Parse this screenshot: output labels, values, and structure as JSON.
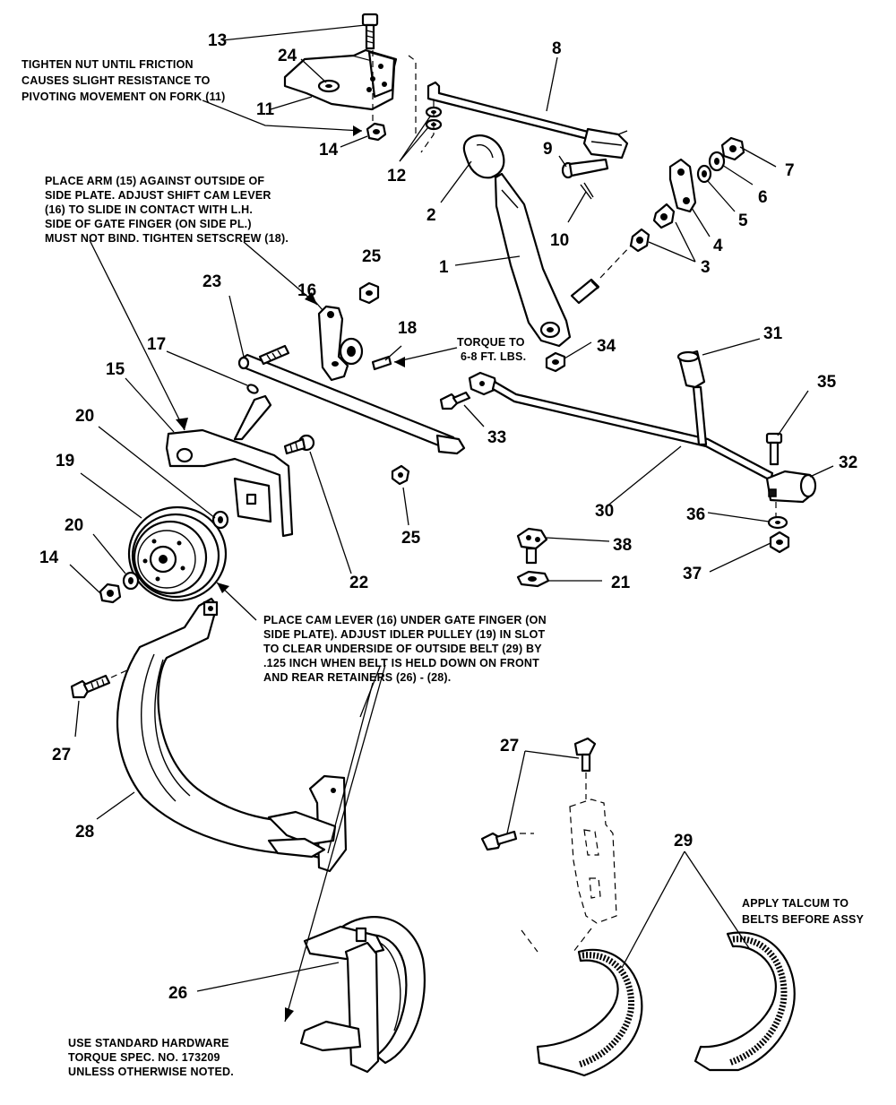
{
  "callouts": [
    {
      "id": "c13",
      "text": "13"
    },
    {
      "id": "c24",
      "text": "24"
    },
    {
      "id": "c11",
      "text": "11"
    },
    {
      "id": "c14a",
      "text": "14"
    },
    {
      "id": "c8",
      "text": "8"
    },
    {
      "id": "c12",
      "text": "12"
    },
    {
      "id": "c9",
      "text": "9"
    },
    {
      "id": "c2",
      "text": "2"
    },
    {
      "id": "c10",
      "text": "10"
    },
    {
      "id": "c7",
      "text": "7"
    },
    {
      "id": "c6",
      "text": "6"
    },
    {
      "id": "c5",
      "text": "5"
    },
    {
      "id": "c4",
      "text": "4"
    },
    {
      "id": "c3",
      "text": "3"
    },
    {
      "id": "c1",
      "text": "1"
    },
    {
      "id": "c25a",
      "text": "25"
    },
    {
      "id": "c23",
      "text": "23"
    },
    {
      "id": "c16",
      "text": "16"
    },
    {
      "id": "c18",
      "text": "18"
    },
    {
      "id": "c34",
      "text": "34"
    },
    {
      "id": "c31",
      "text": "31"
    },
    {
      "id": "c17",
      "text": "17"
    },
    {
      "id": "c15",
      "text": "15"
    },
    {
      "id": "c35",
      "text": "35"
    },
    {
      "id": "c20a",
      "text": "20"
    },
    {
      "id": "c33",
      "text": "33"
    },
    {
      "id": "c32",
      "text": "32"
    },
    {
      "id": "c19",
      "text": "19"
    },
    {
      "id": "c30",
      "text": "30"
    },
    {
      "id": "c36",
      "text": "36"
    },
    {
      "id": "c20b",
      "text": "20"
    },
    {
      "id": "c25b",
      "text": "25"
    },
    {
      "id": "c38",
      "text": "38"
    },
    {
      "id": "c14b",
      "text": "14"
    },
    {
      "id": "c22",
      "text": "22"
    },
    {
      "id": "c21",
      "text": "21"
    },
    {
      "id": "c37",
      "text": "37"
    },
    {
      "id": "c27a",
      "text": "27"
    },
    {
      "id": "c27b",
      "text": "27"
    },
    {
      "id": "c28",
      "text": "28"
    },
    {
      "id": "c29",
      "text": "29"
    },
    {
      "id": "c26",
      "text": "26"
    }
  ],
  "notes": {
    "friction": [
      "TIGHTEN NUT UNTIL FRICTION",
      "CAUSES SLIGHT RESISTANCE TO",
      "PIVOTING MOVEMENT ON FORK (11)"
    ],
    "arm": [
      "PLACE ARM (15) AGAINST OUTSIDE OF",
      "SIDE PLATE.  ADJUST SHIFT CAM LEVER",
      "(16) TO SLIDE IN CONTACT WITH L.H.",
      "SIDE OF GATE FINGER (ON SIDE PL.)",
      "MUST NOT BIND.  TIGHTEN SETSCREW (18)."
    ],
    "torque": [
      "TORQUE TO",
      "6-8 FT. LBS."
    ],
    "cam": [
      "PLACE CAM LEVER (16) UNDER GATE FINGER (ON",
      "SIDE PLATE).  ADJUST IDLER PULLEY (19) IN SLOT",
      "TO CLEAR UNDERSIDE OF OUTSIDE BELT (29) BY",
      ".125 INCH WHEN BELT IS HELD DOWN ON FRONT",
      "AND REAR RETAINERS (26) - (28)."
    ],
    "talcum": [
      "APPLY TALCUM TO",
      "BELTS BEFORE ASSY"
    ],
    "hardware": [
      "USE STANDARD HARDWARE",
      "TORQUE SPEC. NO. 173209",
      "UNLESS OTHERWISE NOTED."
    ]
  }
}
